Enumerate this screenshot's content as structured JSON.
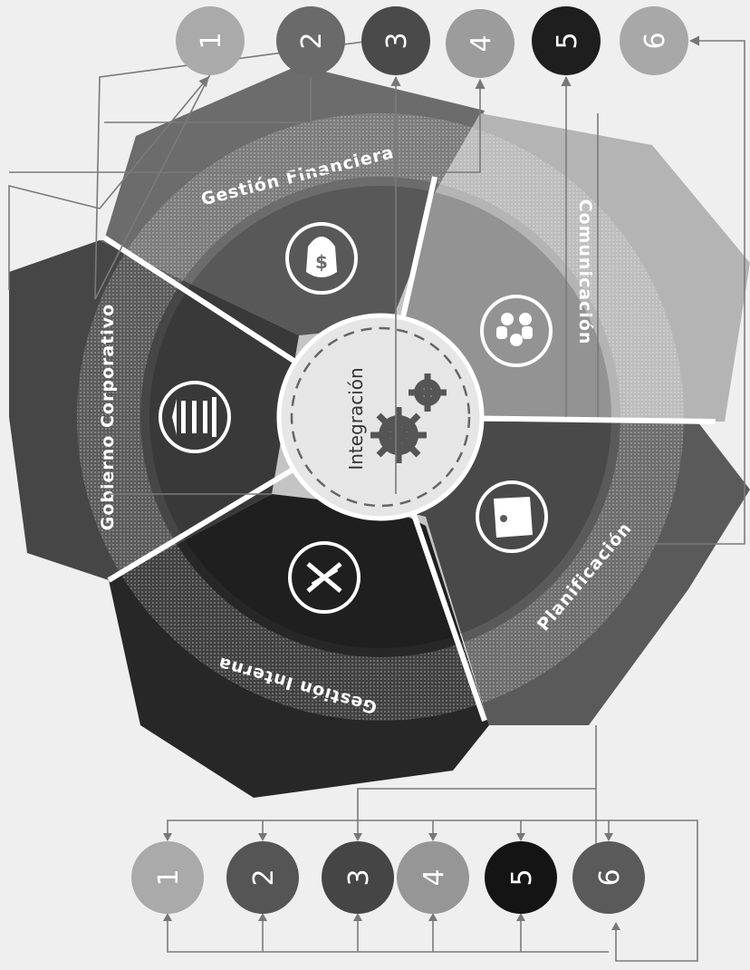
{
  "diagram": {
    "center_label": "Integración",
    "segments": [
      {
        "name": "Gestión Financiera",
        "icon": "money-bag-icon",
        "color": "#6e6e6e"
      },
      {
        "name": "Comunicación",
        "icon": "people-icon",
        "color": "#b5b5b5"
      },
      {
        "name": "Planificación",
        "icon": "map-icon",
        "color": "#585858"
      },
      {
        "name": "Gestión Interna",
        "icon": "tools-icon",
        "color": "#262626"
      },
      {
        "name": "Gobierno Corporativo",
        "icon": "bank-icon",
        "color": "#474747"
      }
    ],
    "top_nodes": [
      {
        "label": "1",
        "color": "#aaaaaa"
      },
      {
        "label": "2",
        "color": "#6a6a6a"
      },
      {
        "label": "3",
        "color": "#4a4a4a"
      },
      {
        "label": "4",
        "color": "#9c9c9c"
      },
      {
        "label": "5",
        "color": "#1e1e1e"
      },
      {
        "label": "6",
        "color": "#a8a8a8"
      }
    ],
    "bottom_nodes": [
      {
        "label": "1",
        "color": "#aaaaaa"
      },
      {
        "label": "2",
        "color": "#555555"
      },
      {
        "label": "3",
        "color": "#454545"
      },
      {
        "label": "4",
        "color": "#969696"
      },
      {
        "label": "5",
        "color": "#141414"
      },
      {
        "label": "6",
        "color": "#5a5a5a"
      }
    ]
  }
}
